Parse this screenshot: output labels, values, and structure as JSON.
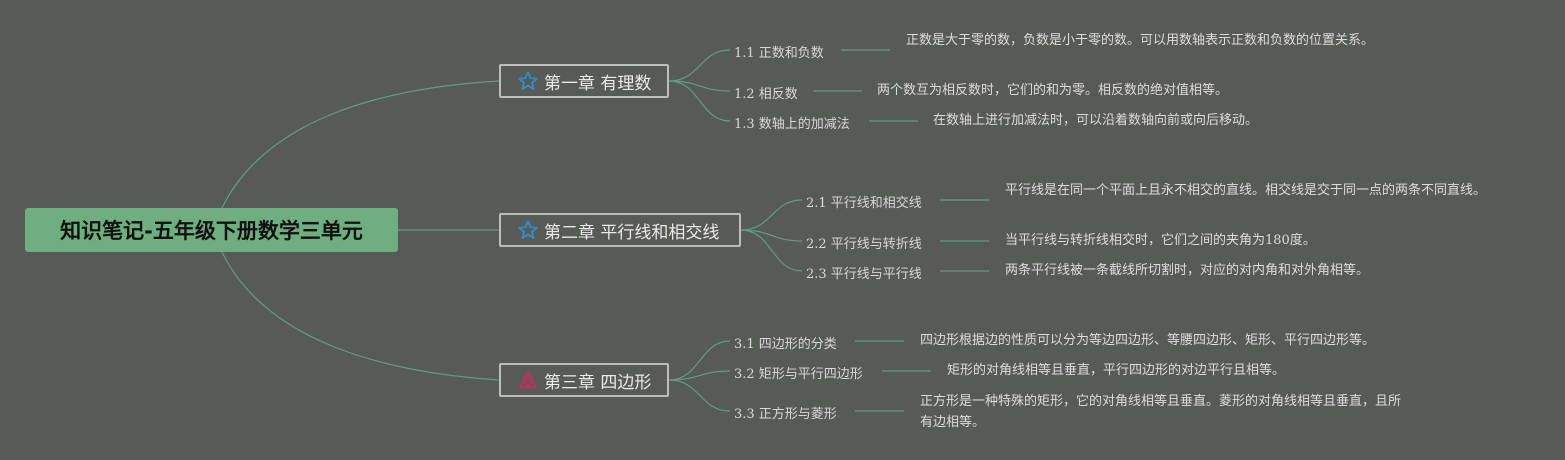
{
  "root": {
    "title": "知识笔记-五年级下册数学三单元"
  },
  "colors": {
    "background": "#585a57",
    "root_fill": "#6fae7f",
    "link": "#5b9e86",
    "star_icon": "#2f8ecc",
    "tri_icon": "#c0305a"
  },
  "chapters": [
    {
      "title": "第一章 有理数",
      "icon": "star-icon",
      "topics": [
        {
          "label": "1.1 正数和负数",
          "note": "正数是大于零的数，负数是小于零的数。可以用数轴表示正数和负数的位置关系。"
        },
        {
          "label": "1.2 相反数",
          "note": "两个数互为相反数时，它们的和为零。相反数的绝对值相等。"
        },
        {
          "label": "1.3 数轴上的加减法",
          "note": "在数轴上进行加减法时，可以沿着数轴向前或向后移动。"
        }
      ]
    },
    {
      "title": "第二章 平行线和相交线",
      "icon": "star-icon",
      "topics": [
        {
          "label": "2.1 平行线和相交线",
          "note": "平行线是在同一个平面上且永不相交的直线。相交线是交于同一点的两条不同直线。"
        },
        {
          "label": "2.2 平行线与转折线",
          "note": "当平行线与转折线相交时，它们之间的夹角为180度。"
        },
        {
          "label": "2.3 平行线与平行线",
          "note": "两条平行线被一条截线所切割时，对应的对内角和对外角相等。"
        }
      ]
    },
    {
      "title": "第三章 四边形",
      "icon": "triangles-icon",
      "topics": [
        {
          "label": "3.1 四边形的分类",
          "note": "四边形根据边的性质可以分为等边四边形、等腰四边形、矩形、平行四边形等。"
        },
        {
          "label": "3.2 矩形与平行四边形",
          "note": "矩形的对角线相等且垂直，平行四边形的对边平行且相等。"
        },
        {
          "label": "3.3 正方形与菱形",
          "note": "正方形是一种特殊的矩形，它的对角线相等且垂直。菱形的对角线相等且垂直，且所有边相等。"
        }
      ]
    }
  ]
}
